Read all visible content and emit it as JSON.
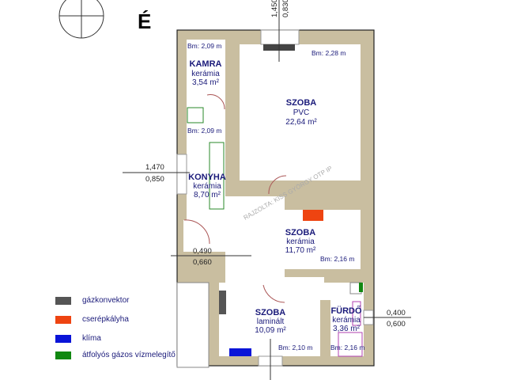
{
  "compass": {
    "north_label": "É"
  },
  "rooms": [
    {
      "name": "KAMRA",
      "floor": "kerámia",
      "area": "3,54 m²",
      "height": "Bm: 2,09 m"
    },
    {
      "name": "SZOBA",
      "floor": "PVC",
      "area": "22,64 m²",
      "height": "Bm: 2,28 m"
    },
    {
      "name": "KONYHA",
      "floor": "kerámia",
      "area": "8,70 m²",
      "height": "Bm: 2,09 m"
    },
    {
      "name": "SZOBA",
      "floor": "kerámia",
      "area": "11,70 m²",
      "height": "Bm: 2,16 m"
    },
    {
      "name": "SZOBA",
      "floor": "laminált",
      "area": "10,09 m²",
      "height": "Bm: 2,10 m"
    },
    {
      "name": "FÜRDŐ",
      "floor": "kerámia",
      "area": "3,36 m²",
      "height": "Bm: 2,16 m"
    }
  ],
  "dimensions": {
    "top_window": [
      "1,450",
      "0,830"
    ],
    "konyha_window": [
      "1,470",
      "0,850"
    ],
    "hall_window": [
      "0,490",
      "0,660"
    ],
    "bath_window": [
      "0,400",
      "0,600"
    ]
  },
  "watermark": "RAJZOLTA: KISS GYÖRGY OTP IP",
  "legend": [
    {
      "label": "gázkonvektor",
      "color": "#555555"
    },
    {
      "label": "cserépkályha",
      "color": "#ee4411"
    },
    {
      "label": "klíma",
      "color": "#0a14d8"
    },
    {
      "label": "átfolyós gázos vízmelegítő",
      "color": "#118811"
    }
  ]
}
